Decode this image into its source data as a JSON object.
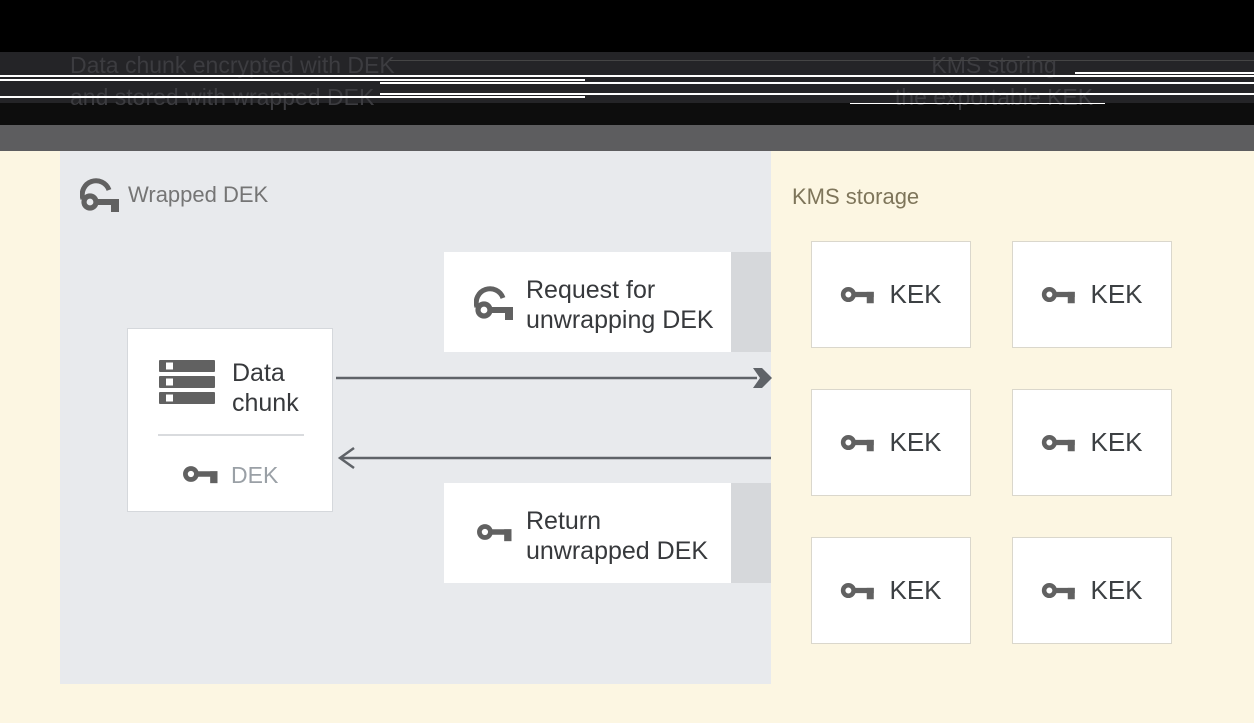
{
  "header": {
    "left_caption_line1": "Data chunk encrypted with DEK",
    "left_caption_line2": "and stored with wrapped DEK",
    "right_caption_line1": "KMS storing",
    "right_caption_line2": "the exportable KEK"
  },
  "storage": {
    "title": "Wrapped DEK",
    "data_chunk": {
      "label_line1": "Data",
      "label_line2": "chunk",
      "key_label": "DEK"
    },
    "request": {
      "line1": "Request for",
      "line2": "unwrapping DEK"
    },
    "return": {
      "line1": "Return",
      "line2": "unwrapped DEK"
    }
  },
  "kms": {
    "title": "KMS storage",
    "keks": [
      "KEK",
      "KEK",
      "KEK",
      "KEK",
      "KEK",
      "KEK"
    ]
  },
  "colors": {
    "header_black": "#000000",
    "header_charcoal": "#242427",
    "header_text": "#3c3c40",
    "divider_band_gray": "#5d5d5f",
    "page_cream": "#fcf6e2",
    "storage_panel_gray": "#e8eaed",
    "shadow_strip": "#d6d8db",
    "icon_gray": "#616161",
    "box_text": "#37393c",
    "wrapped_dek_label": "#757575",
    "kms_label": "#7e755a",
    "dek_label": "#9aa0a6",
    "arrow": "#5f6368"
  }
}
